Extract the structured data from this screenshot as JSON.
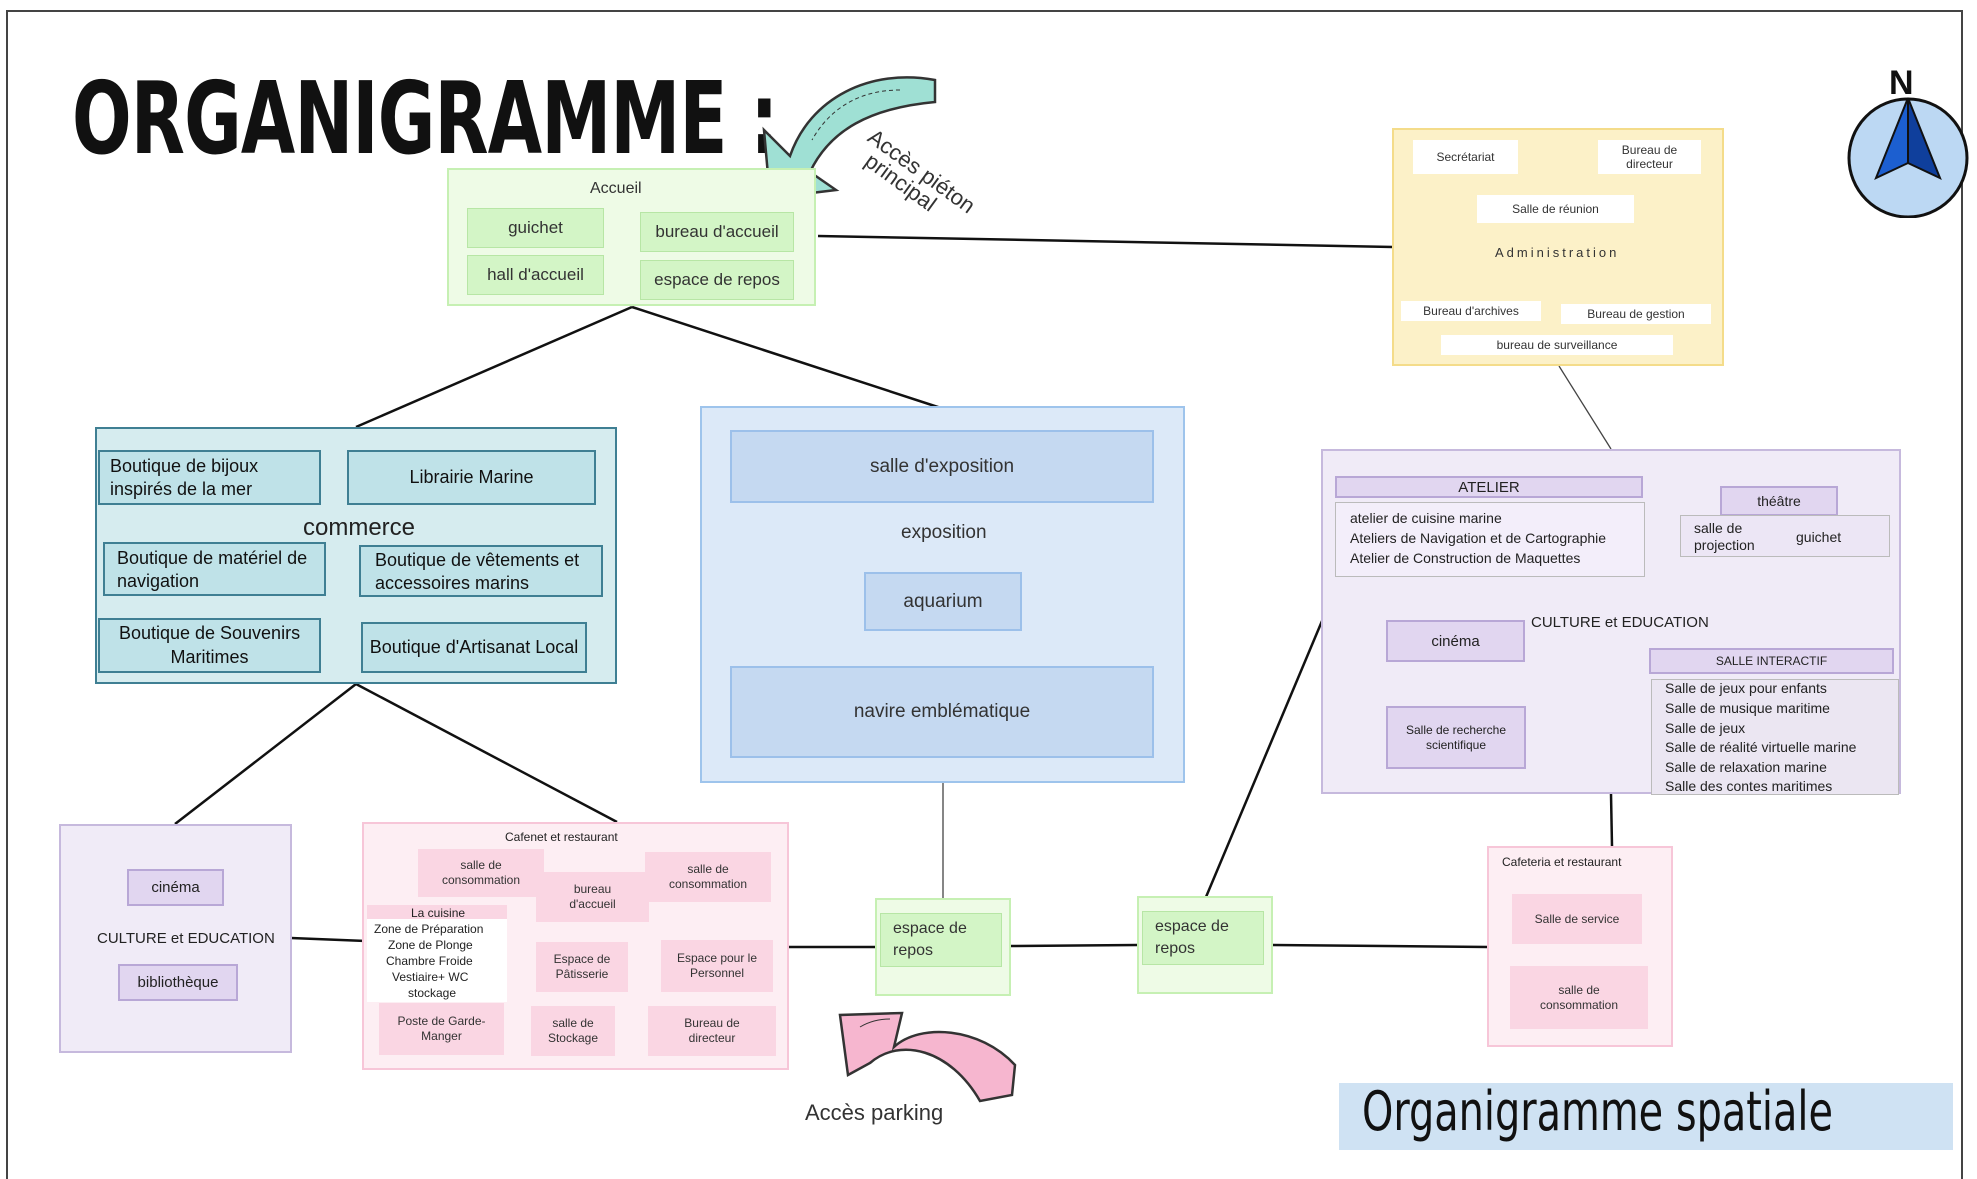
{
  "title": "ORGANIGRAMME :",
  "legend": "Organigramme spatiale",
  "compass_label": "N",
  "pedestrian_access": [
    "Accès piéton",
    "principal"
  ],
  "parking_access": "Accès parking",
  "accueil": {
    "label": "Accueil",
    "items": [
      "guichet",
      "bureau d'accueil",
      "hall d'accueil",
      "espace de repos"
    ]
  },
  "administration": {
    "label": "Administration",
    "items": [
      "Secrétariat",
      "Bureau de directeur",
      "Salle de réunion",
      "Bureau d'archives",
      "Bureau de gestion",
      "bureau de surveillance"
    ]
  },
  "commerce": {
    "label": "commerce",
    "items": [
      "Boutique de bijoux inspirés de la mer",
      "Librairie Marine",
      "Boutique de matériel de navigation",
      "Boutique de vêtements et accessoires marins",
      "Boutique de Souvenirs Maritimes",
      "Boutique d'Artisanat Local"
    ]
  },
  "exposition": {
    "label": "exposition",
    "items": [
      "salle d'exposition",
      "aquarium",
      "navire emblématique"
    ]
  },
  "atelier_zone": {
    "atelier_label": "ATELIER",
    "atelier_items": [
      "atelier de cuisine marine",
      "Ateliers de Navigation et de Cartographie",
      "Atelier de Construction de Maquettes"
    ],
    "theatre": "théâtre",
    "salle_projection": "salle de projection",
    "guichet": "guichet",
    "culture_label": "CULTURE et EDUCATION",
    "cinema": "cinéma",
    "recherche": "Salle de recherche scientifique",
    "interactif_label": "SALLE INTERACTIF",
    "interactif_items": [
      "Salle de jeux pour enfants",
      "Salle de musique maritime",
      "Salle de jeux",
      "Salle de réalité virtuelle marine",
      "Salle de relaxation marine",
      "Salle des contes maritimes"
    ]
  },
  "culture_left": {
    "label": "CULTURE et EDUCATION",
    "items": [
      "cinéma",
      "bibliothèque"
    ]
  },
  "cafenet": {
    "label": "Cafenet et restaurant",
    "items": [
      "salle de consommation",
      "bureau d'accueil",
      "salle de consommation",
      "La cuisine",
      "Zone de Préparation",
      "Zone de Plonge",
      "Chambre Froide",
      "Vestiaire+ WC",
      "stockage",
      "Espace de Pâtisserie",
      "Espace pour le Personnel",
      "Poste de Garde-Manger",
      "salle de Stockage",
      "Bureau de directeur"
    ]
  },
  "repos": [
    "espace de repos",
    "espace de repos"
  ],
  "cafeteria": {
    "label": "Cafeteria et restaurant",
    "items": [
      "Salle de service",
      "salle de consommation"
    ]
  },
  "colors": {
    "green": "#d3f5c6",
    "blue": "#c5d9f1",
    "teal": "#bfe2e8",
    "violet": "#e1d6f0",
    "pink": "#fad6e3",
    "yellow": "#fcf1c8",
    "arrow_top": "#9fe0d4",
    "arrow_bottom": "#f6b6cf",
    "compass": "#1c5fd0"
  }
}
